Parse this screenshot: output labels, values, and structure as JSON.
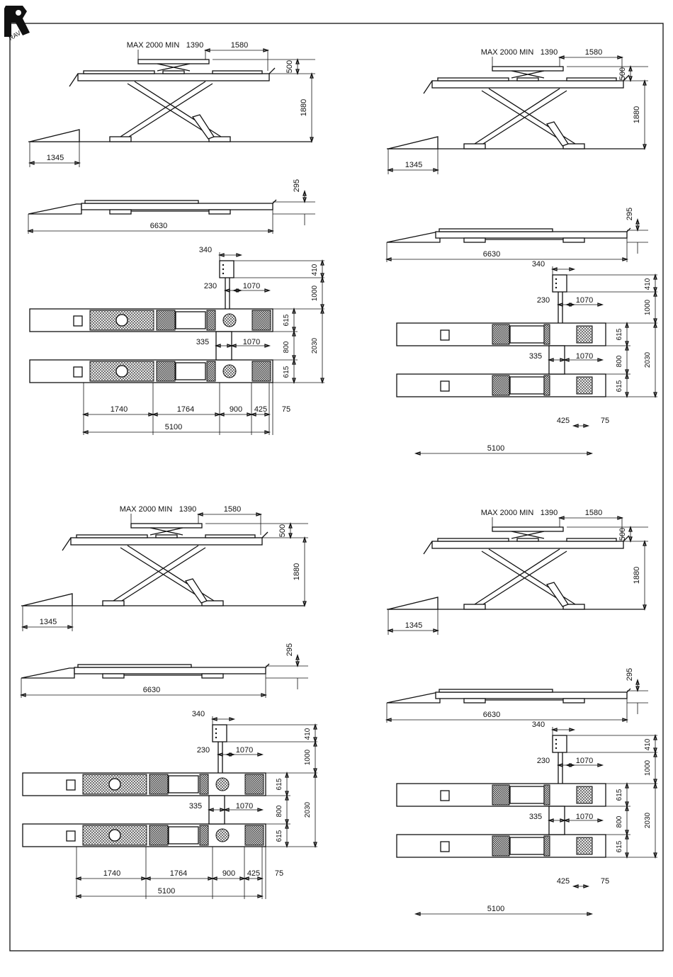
{
  "logo": {
    "name": "brand-logo"
  },
  "panels": [
    {
      "id": "top-left",
      "ox": 0,
      "oy": 0,
      "variant": "a"
    },
    {
      "id": "top-right",
      "ox": 470,
      "oy": 10,
      "variant": "b"
    },
    {
      "id": "bottom-left",
      "ox": -10,
      "oy": 655,
      "variant": "a"
    },
    {
      "id": "bottom-right",
      "ox": 470,
      "oy": 660,
      "variant": "b"
    }
  ],
  "labels": {
    "max_min": "MAX 2000 MIN",
    "d1390": "1390",
    "d1580": "1580",
    "d500": "500",
    "d1880": "1880",
    "d1345": "1345",
    "d295": "295",
    "d6630": "6630",
    "d340": "340",
    "d410": "410",
    "d230": "230",
    "d1070": "1070",
    "d1000": "1000",
    "d615": "615",
    "d335": "335",
    "d800": "800",
    "d2030": "2030",
    "d1740": "1740",
    "d1764": "1764",
    "d900": "900",
    "d425": "425",
    "d75": "75",
    "d5100": "5100"
  }
}
